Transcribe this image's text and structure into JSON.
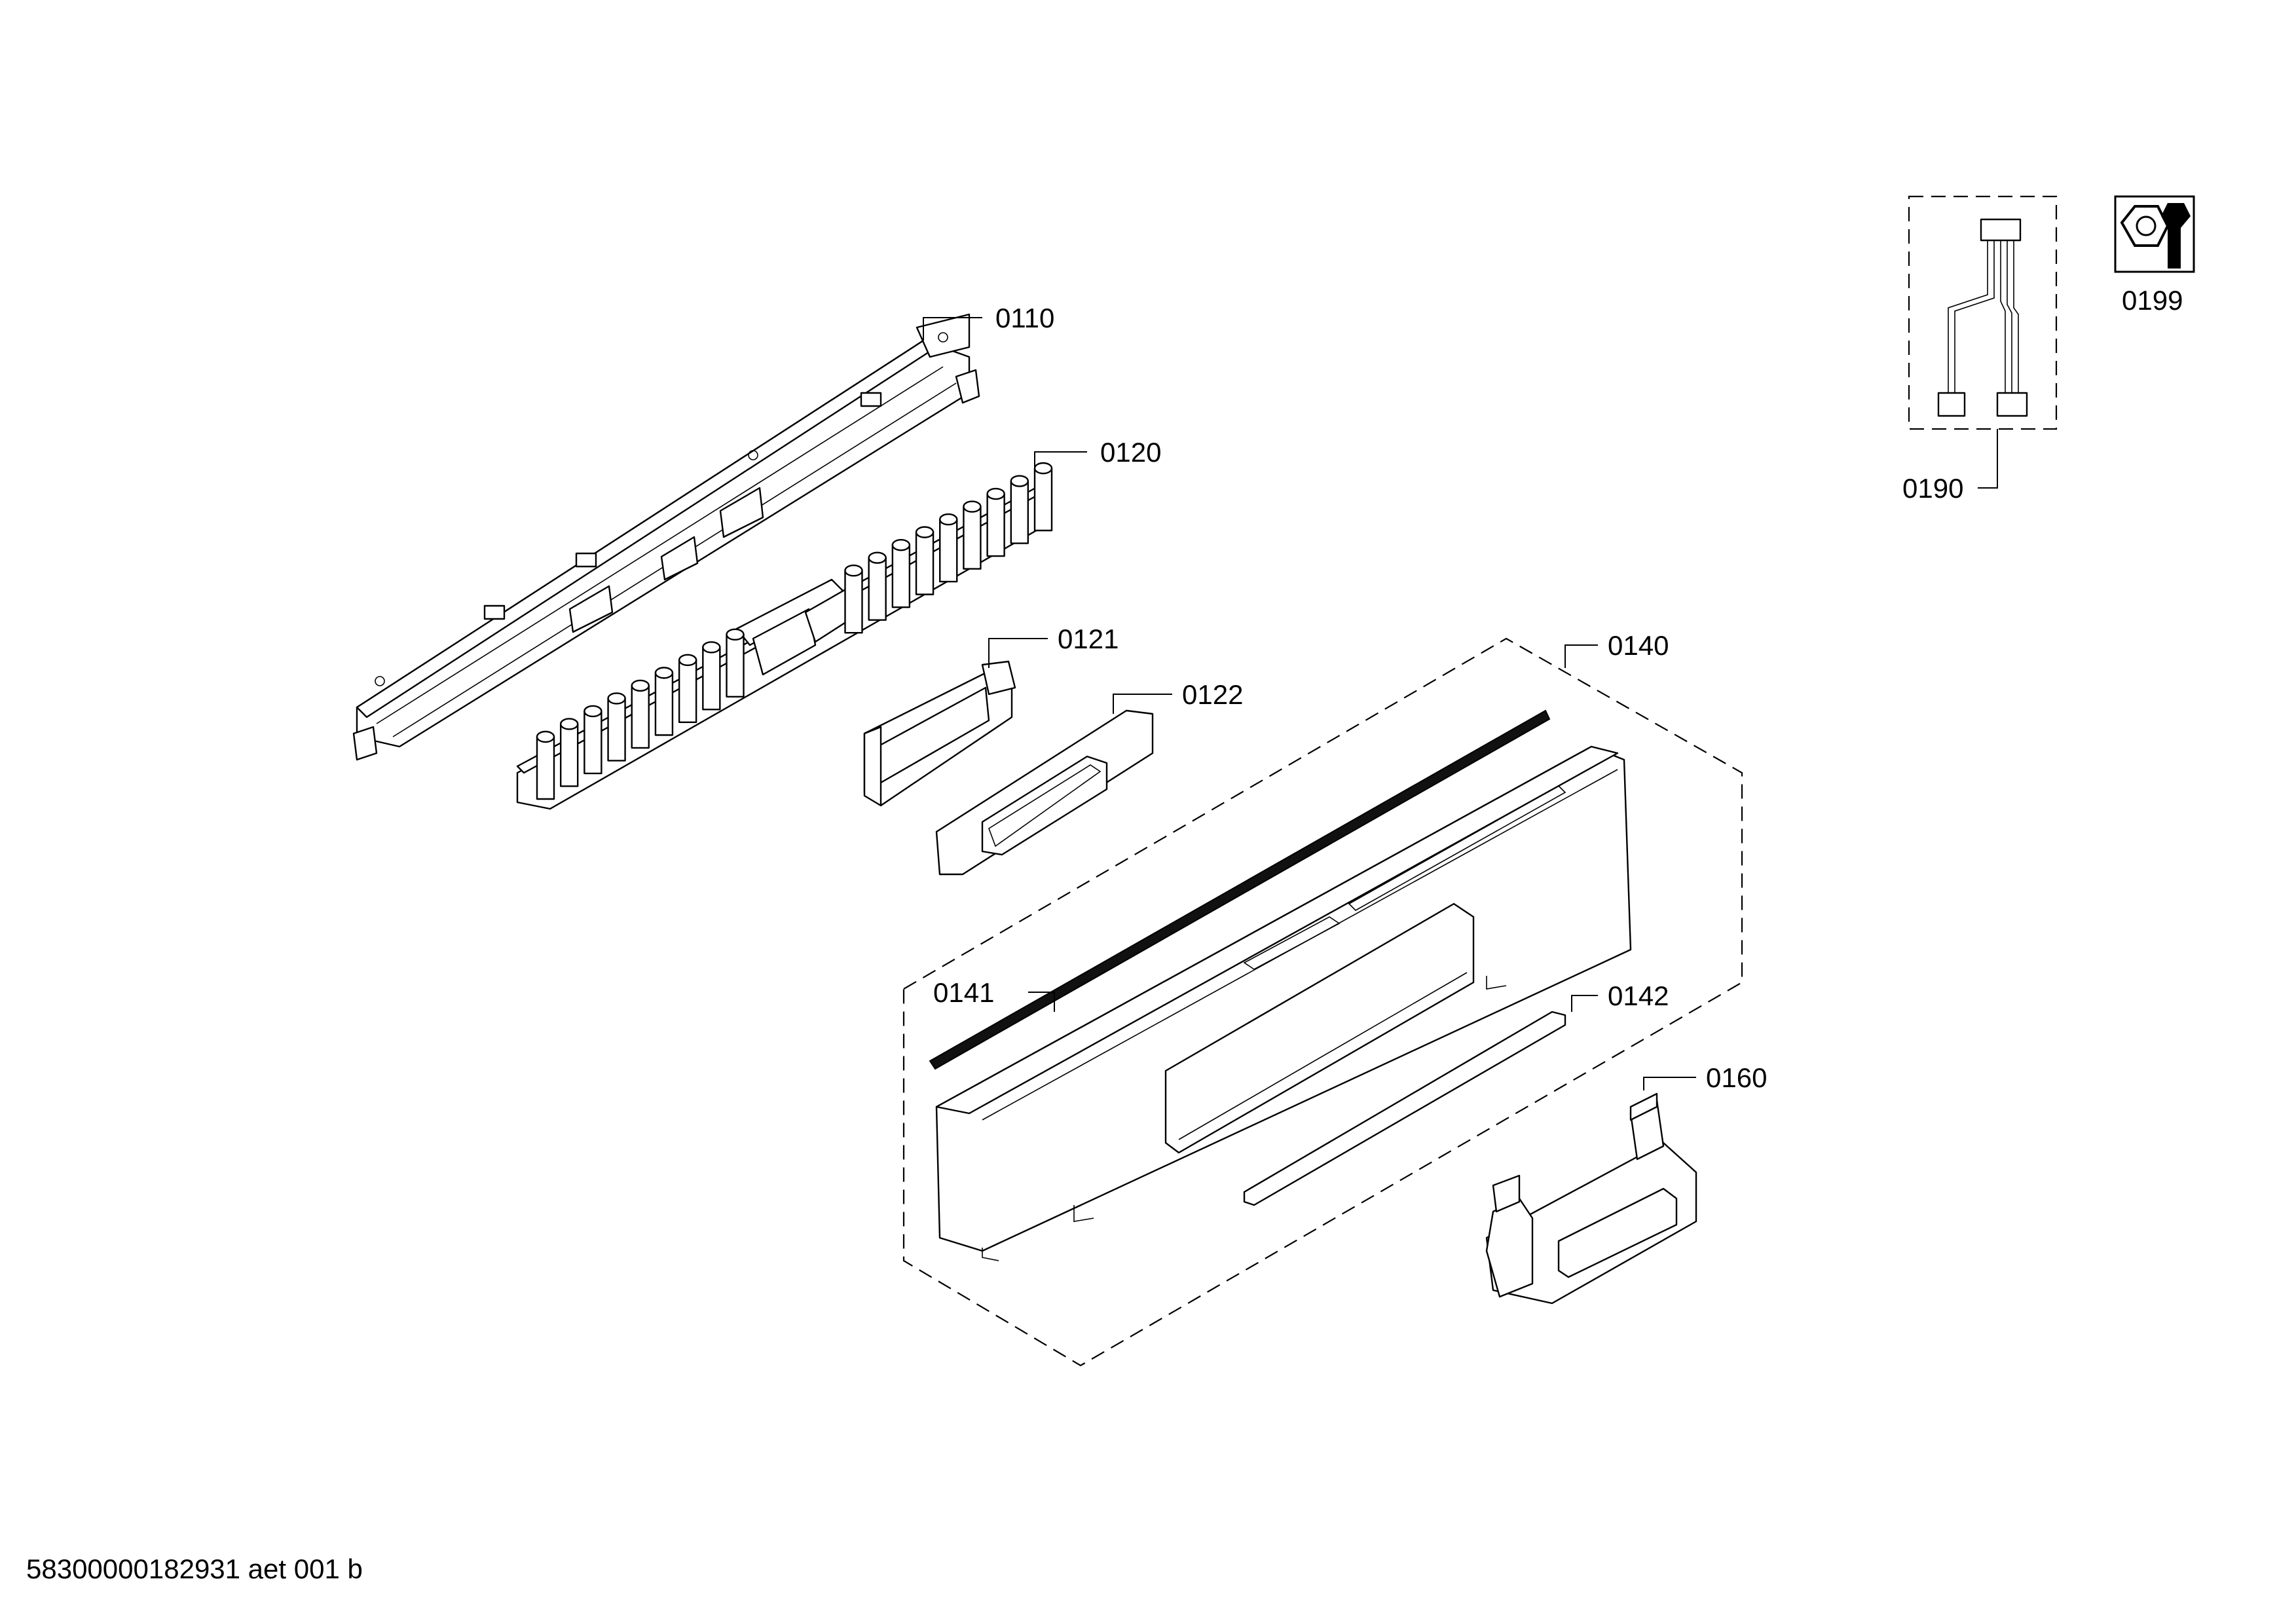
{
  "diagram": {
    "callouts": [
      {
        "id": "0110",
        "label": "0110"
      },
      {
        "id": "0120",
        "label": "0120"
      },
      {
        "id": "0121",
        "label": "0121"
      },
      {
        "id": "0122",
        "label": "0122"
      },
      {
        "id": "0140",
        "label": "0140"
      },
      {
        "id": "0141",
        "label": "0141"
      },
      {
        "id": "0142",
        "label": "0142"
      },
      {
        "id": "0160",
        "label": "0160"
      },
      {
        "id": "0190",
        "label": "0190"
      },
      {
        "id": "0199",
        "label": "0199"
      }
    ],
    "footer_text": "58300000182931 aet 001 b",
    "icons": {
      "service_icon": "nut-and-wrench-icon"
    }
  }
}
